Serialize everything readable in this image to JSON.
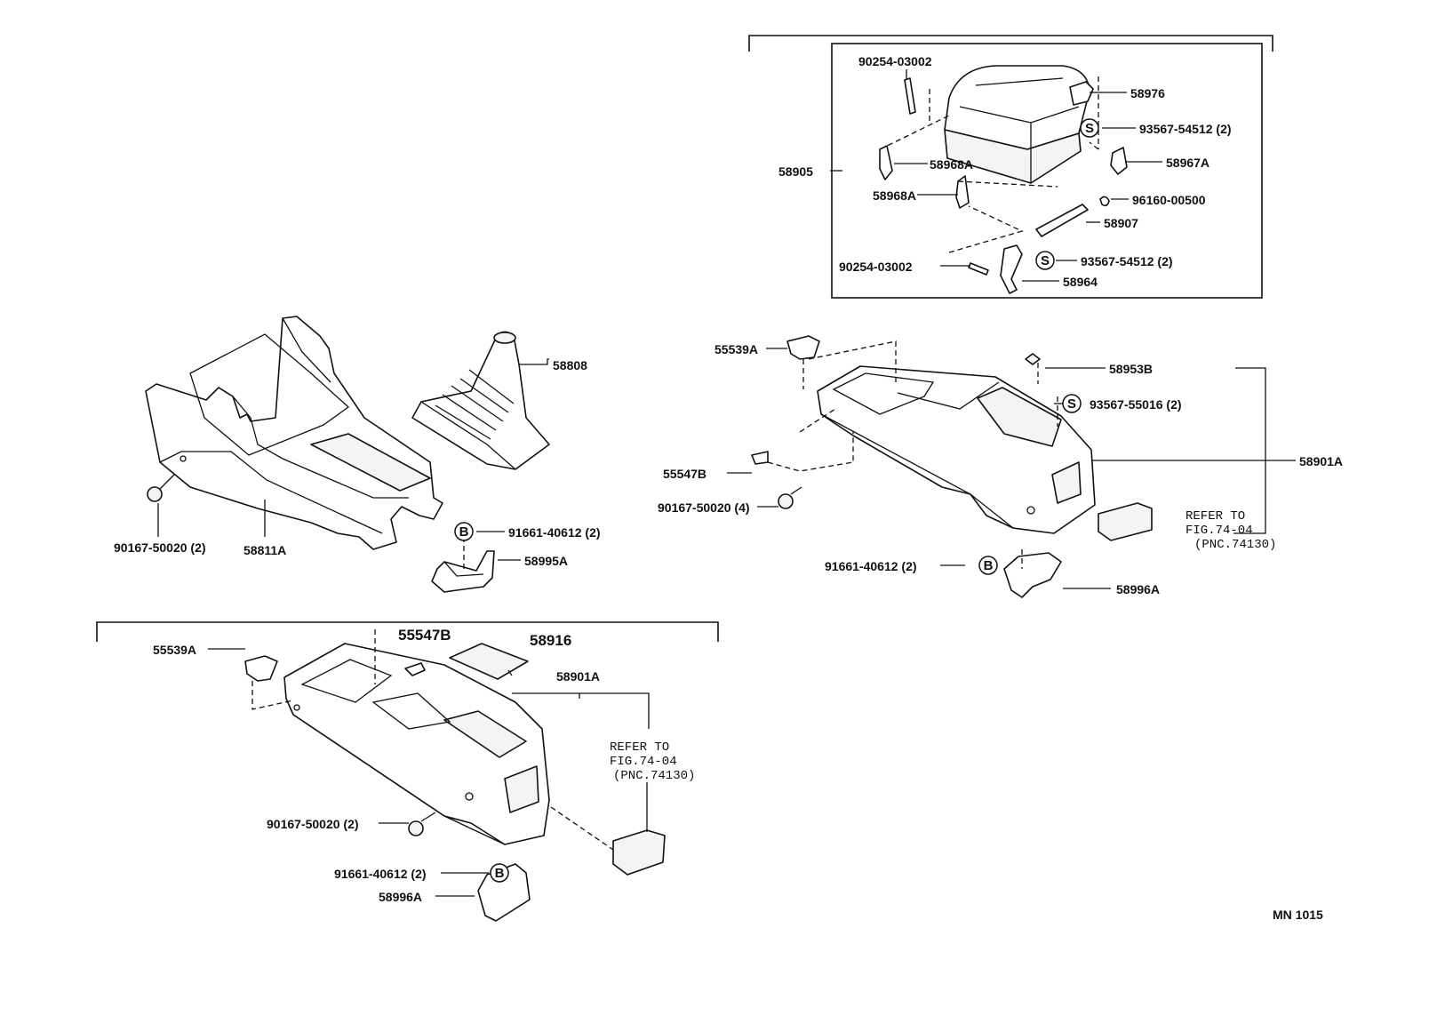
{
  "diagram_id": "MN 1015",
  "labels": {
    "p90254_03002_top": "90254-03002",
    "p58976": "58976",
    "p93567_54512_a": "93567-54512 (2)",
    "p58905": "58905",
    "p58968A_a": "58968A",
    "p58967A": "58967A",
    "p58968A_b": "58968A",
    "p96160_00500": "96160-00500",
    "p58907": "58907",
    "p90254_03002_bot": "90254-03002",
    "p93567_54512_b": "93567-54512 (2)",
    "p58964": "58964",
    "p58808": "58808",
    "p90167_50020_left": "90167-50020 (2)",
    "p58811A": "58811A",
    "p91661_40612_left": "91661-40612 (2)",
    "p58995A": "58995A",
    "p55539A_right": "55539A",
    "p58953B": "58953B",
    "p93567_55016": "93567-55016 (2)",
    "p55547B_right": "55547B",
    "p58901A_right": "58901A",
    "p90167_50020_right": "90167-50020 (4)",
    "p91661_40612_right": "91661-40612 (2)",
    "p58996A_right": "58996A",
    "p55539A_bottom": "55539A",
    "p55547B_bottom": "55547B",
    "p58916": "58916",
    "p58901A_bottom": "58901A",
    "p90167_50020_bottom": "90167-50020 (2)",
    "p91661_40612_bottom": "91661-40612 (2)",
    "p58996A_bottom": "58996A"
  },
  "refer_right": [
    "REFER TO",
    "FIG.74-04",
    "(PNC.74130)"
  ],
  "refer_bottom": [
    "REFER TO",
    "FIG.74-04",
    "(PNC.74130)"
  ],
  "badges": {
    "s": "S",
    "b": "B"
  }
}
